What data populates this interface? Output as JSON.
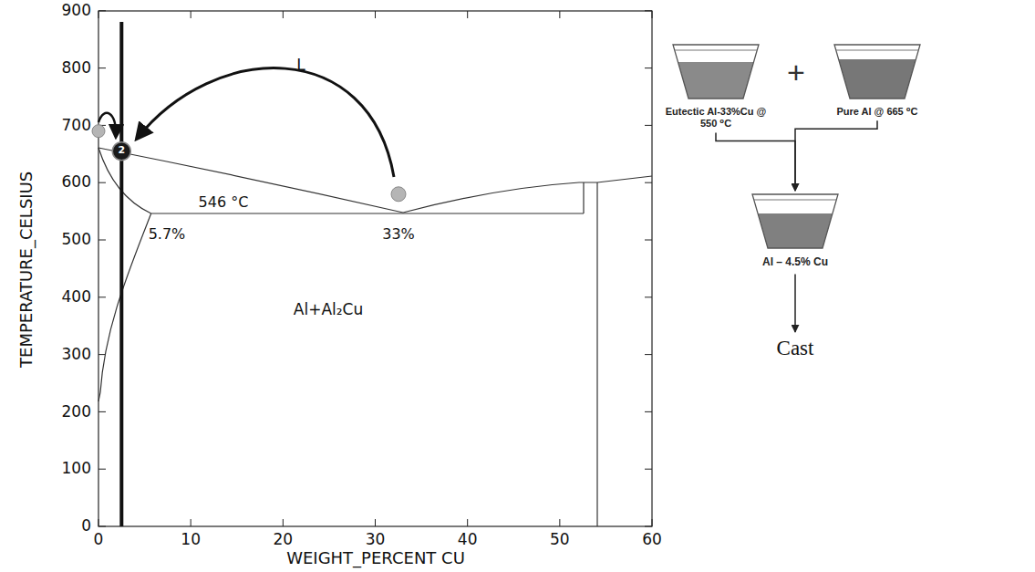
{
  "diagram": {
    "nodes": [
      {
        "text": [
          "Eutectic Al-33%Cu @ 550 ⁰C"
        ]
      },
      {
        "text": [
          "Pure Al @ 665 ⁰C"
        ]
      },
      {
        "text": [
          "Al – 4.5% Cu"
        ]
      },
      {
        "text": [
          "Cast"
        ]
      }
    ],
    "edges": [
      {
        "from": 0,
        "to": 2,
        "arrow": "to"
      },
      {
        "from": 1,
        "to": 2,
        "arrow": "to"
      },
      {
        "from": 2,
        "to": 3,
        "arrow": "to"
      }
    ],
    "labels": [
      "900",
      "800",
      "700",
      "600",
      "500",
      "400",
      "300",
      "200",
      "100",
      "0",
      "0",
      "10",
      "20",
      "30",
      "40",
      "50",
      "60",
      "TEMPERATURE_CELSIUS",
      "WEIGHT_PERCENT CU",
      "L",
      "546 °C",
      "5.7%",
      "33%",
      "Al+Al₂Cu",
      "2",
      "+"
    ]
  }
}
